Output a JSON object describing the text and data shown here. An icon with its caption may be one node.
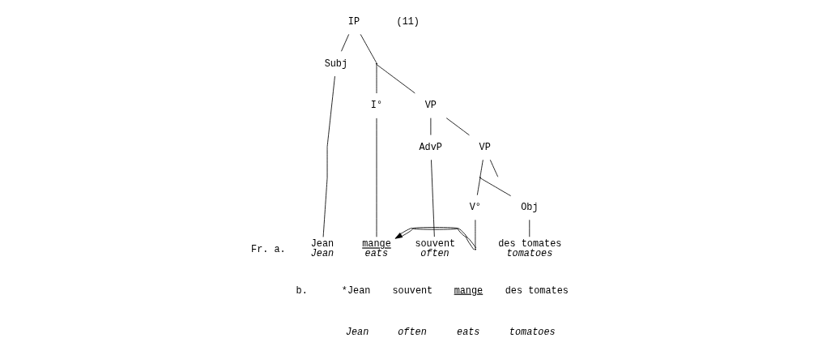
{
  "diagram": {
    "nodes": [
      {
        "text": [
          "IP"
        ]
      },
      {
        "text": [
          "Subj"
        ]
      },
      {
        "text": [],
        "shape": "point"
      },
      {
        "text": [
          "I°"
        ]
      },
      {
        "text": [
          "VP"
        ]
      },
      {
        "text": [
          "AdvP"
        ]
      },
      {
        "text": [
          "VP"
        ]
      },
      {
        "text": [],
        "shape": "point"
      },
      {
        "text": [
          "V°"
        ]
      },
      {
        "text": [
          "Obj"
        ]
      },
      {
        "text": [
          "Jean",
          "Jean"
        ]
      },
      {
        "text": [
          "mange",
          "eats"
        ]
      },
      {
        "text": [
          "souvent",
          "often"
        ]
      },
      {
        "text": [],
        "shape": "point"
      },
      {
        "text": [
          "des tomates",
          "tomatoes"
        ]
      }
    ],
    "edges": [
      {
        "from": 0,
        "to": 1,
        "arrow": "none"
      },
      {
        "from": 0,
        "to": 2,
        "arrow": "none"
      },
      {
        "from": 2,
        "to": 3,
        "arrow": "none"
      },
      {
        "from": 2,
        "to": 4,
        "arrow": "none"
      },
      {
        "from": 4,
        "to": 5,
        "arrow": "none"
      },
      {
        "from": 4,
        "to": 6,
        "arrow": "none"
      },
      {
        "from": 6,
        "to": null,
        "arrow": "none"
      },
      {
        "from": 6,
        "to": 7,
        "arrow": "none"
      },
      {
        "from": 7,
        "to": 8,
        "arrow": "none"
      },
      {
        "from": 7,
        "to": 9,
        "arrow": "none"
      },
      {
        "from": 1,
        "to": 10,
        "arrow": "none"
      },
      {
        "from": 3,
        "to": 11,
        "arrow": "none"
      },
      {
        "from": 5,
        "to": 12,
        "arrow": "none"
      },
      {
        "from": 8,
        "to": 13,
        "arrow": "none"
      },
      {
        "from": 9,
        "to": 14,
        "arrow": "none"
      },
      {
        "from": 13,
        "to": 11,
        "arrow": "to"
      }
    ],
    "labels": [
      "(11)",
      "Fr. a.",
      "b.",
      "*Jean",
      "souvent",
      "mange",
      "des tomates",
      "Jean",
      "often",
      "eats",
      "tomatoes"
    ]
  }
}
